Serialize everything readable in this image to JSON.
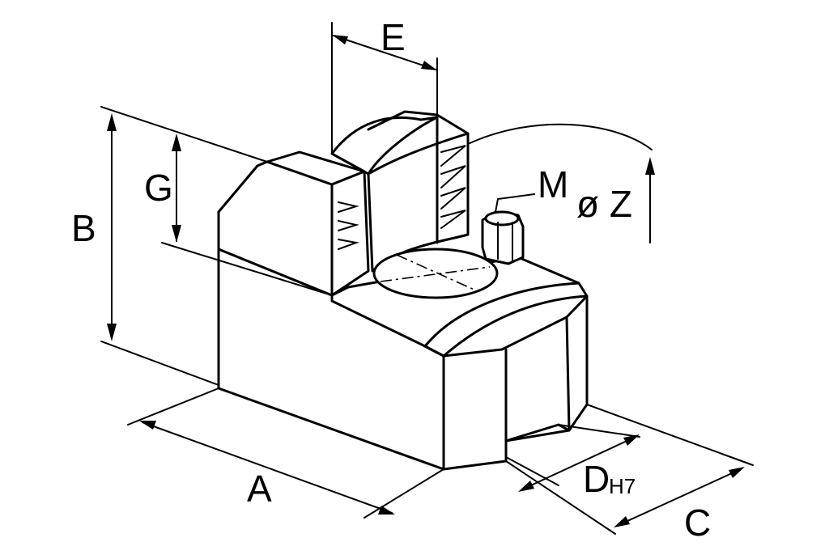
{
  "labels": {
    "A": "A",
    "B": "B",
    "C": "C",
    "D": "D",
    "D_sub": "H7",
    "E": "E",
    "G": "G",
    "M": "M",
    "Z": "ø Z"
  }
}
